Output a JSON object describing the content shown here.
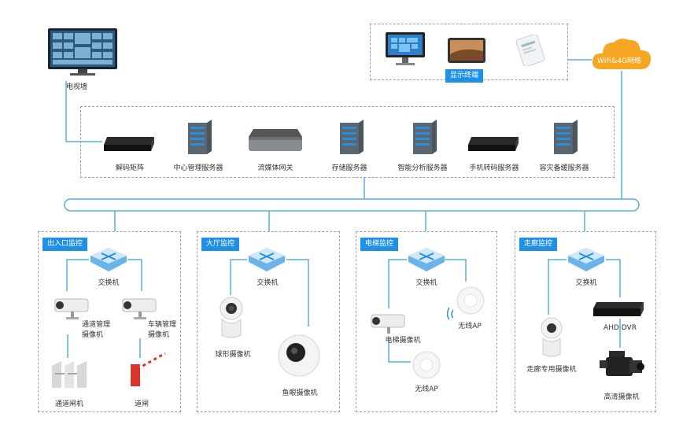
{
  "tv_wall": "电视墙",
  "display_terminal": "显示终端",
  "cloud": "WiFi&4G网络",
  "servers": {
    "decoder": "解码矩阵",
    "central": "中心管理服务器",
    "streaming": "流媒体网关",
    "storage": "存储服务器",
    "analysis": "智能分析服务器",
    "mobile": "手机转码服务器",
    "backup": "容灾备缓服务器"
  },
  "zones": {
    "entrance": {
      "title": "出入口监控",
      "switch": "交换机",
      "cam1": "通道管理\n摄像机",
      "cam2": "车辆管理\n摄像机",
      "gate": "通道闸机",
      "barrier": "道闸"
    },
    "hall": {
      "title": "大厅监控",
      "switch": "交换机",
      "dome": "球形摄像机",
      "fisheye": "鱼眼摄像机"
    },
    "elevator": {
      "title": "电梯监控",
      "switch": "交换机",
      "ap1": "无线AP",
      "cam": "电梯摄像机",
      "ap2": "无线AP"
    },
    "corridor": {
      "title": "走廊监控",
      "switch": "交换机",
      "dvr": "AHD DVR",
      "cam": "走廊专用摄像机",
      "hd": "高清摄像机"
    }
  },
  "colors": {
    "accent": "#1e90e6",
    "line": "#5aaee8",
    "cloud": "#f6a623"
  }
}
